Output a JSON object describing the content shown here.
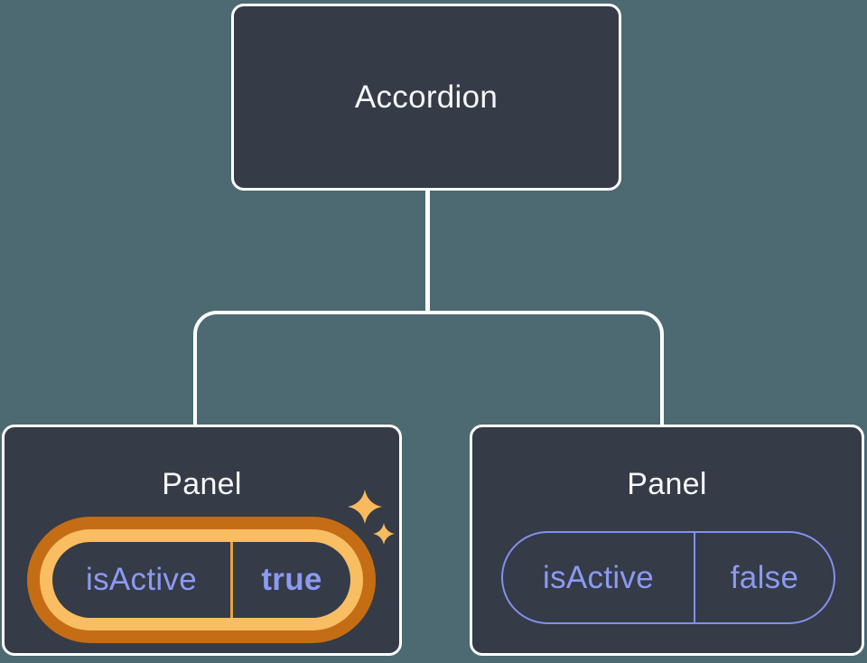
{
  "colors": {
    "background": "#4d6971",
    "node_background": "#353b47",
    "node_border": "#ffffff",
    "text_primary": "#f6f7f9",
    "state_purple": "#8b9af2",
    "pill_border_purple": "#8290ec",
    "highlight_ring_outer": "#c56d15",
    "highlight_ring_inner": "#f9bd62",
    "divider_orange": "#e7a33f",
    "sparkle_orange": "#f8ba5c"
  },
  "tree": {
    "root": {
      "label": "Accordion"
    },
    "panels": [
      {
        "title": "Panel",
        "prop": "isActive",
        "value": "true"
      },
      {
        "title": "Panel",
        "prop": "isActive",
        "value": "false"
      }
    ]
  }
}
